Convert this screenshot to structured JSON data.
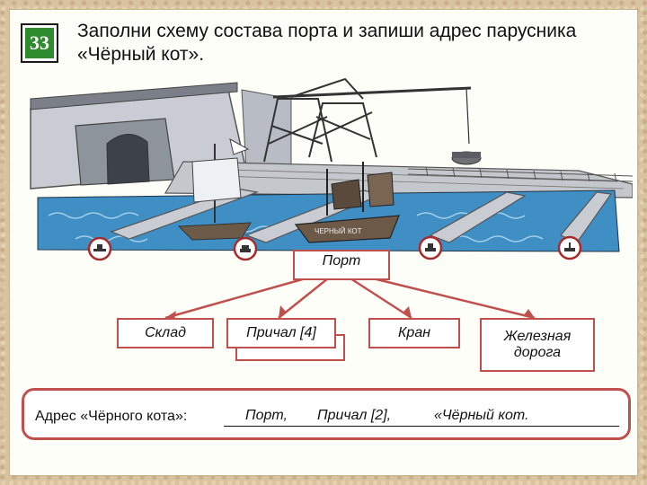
{
  "task_number": "33",
  "instruction": "Заполни схему состава порта и запиши адрес парусника «Чёрный кот».",
  "illustration": {
    "ship_name": "ЧЕРНЫЙ КОТ"
  },
  "scheme": {
    "root": "Порт",
    "children": [
      "Склад",
      "Причал [4]",
      "Кран",
      "Железная дорога"
    ]
  },
  "address": {
    "label": "Адрес «Чёрного кота»:",
    "parts": [
      "Порт,",
      "Причал [2],",
      "«Чёрный кот."
    ]
  },
  "colors": {
    "accent": "#c0504d",
    "badge": "#2e8b2e",
    "water": "#3f8fc4"
  }
}
